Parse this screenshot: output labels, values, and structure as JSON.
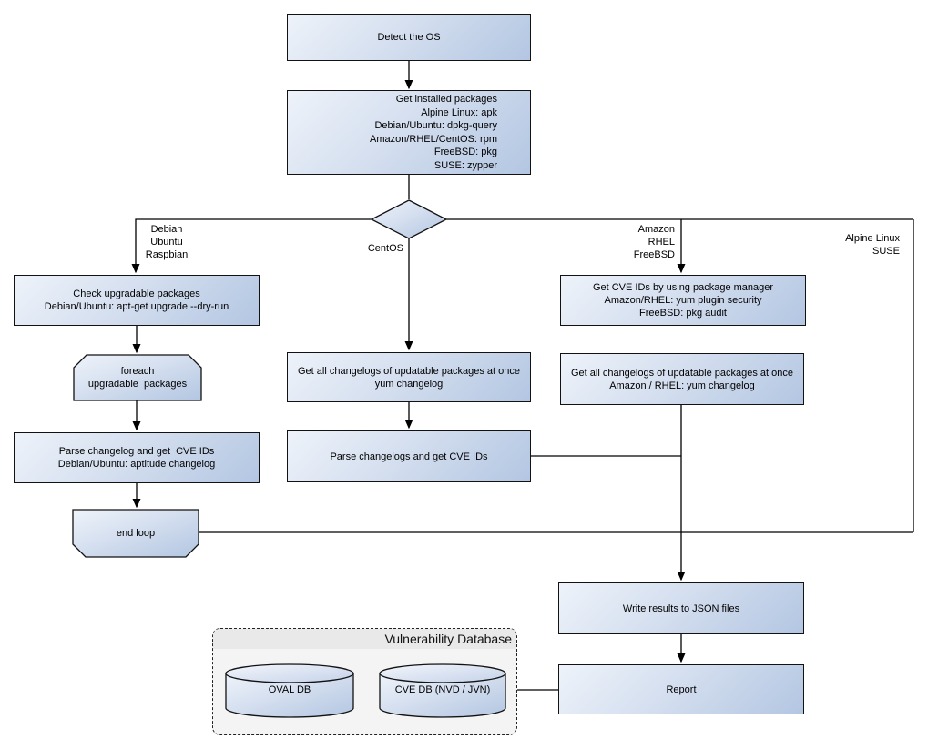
{
  "diagram": {
    "nodes": {
      "detect_os": {
        "lines": [
          "Detect the OS"
        ]
      },
      "get_installed_packages": {
        "lines": [
          "Get installed packages",
          "Alpine Linux: apk",
          "Debian/Ubuntu: dpkg-query",
          "Amazon/RHEL/CentOS: rpm",
          "FreeBSD: pkg",
          "SUSE: zypper"
        ]
      },
      "check_upgradable": {
        "lines": [
          "Check upgradable packages",
          "Debian/Ubuntu: apt-get upgrade --dry-run"
        ]
      },
      "foreach_loop": {
        "lines": [
          "foreach",
          "upgradable  packages"
        ]
      },
      "parse_changelog_deb": {
        "lines": [
          "Parse changelog and get  CVE IDs",
          "Debian/Ubuntu: aptitude changelog"
        ]
      },
      "end_loop": {
        "lines": [
          "end loop"
        ]
      },
      "get_changelogs_centos": {
        "lines": [
          "Get all changelogs of updatable packages at once",
          "yum changelog"
        ]
      },
      "parse_changelogs_centos": {
        "lines": [
          "Parse changelogs and get CVE IDs"
        ]
      },
      "get_cve_ids_pkg_mgr": {
        "lines": [
          "Get CVE IDs by using package manager",
          "Amazon/RHEL: yum plugin security",
          "FreeBSD: pkg audit"
        ]
      },
      "get_changelogs_amazon": {
        "lines": [
          "Get all changelogs of updatable packages at once",
          "Amazon / RHEL: yum changelog"
        ]
      },
      "write_results": {
        "lines": [
          "Write results to JSON files"
        ]
      },
      "report": {
        "lines": [
          "Report"
        ]
      }
    },
    "branch_labels": {
      "debian": {
        "lines": [
          "Debian",
          "Ubuntu",
          "Raspbian"
        ]
      },
      "centos": {
        "lines": [
          "CentOS"
        ]
      },
      "amazon": {
        "lines": [
          "Amazon",
          "RHEL",
          "FreeBSD"
        ]
      },
      "alpine": {
        "lines": [
          "Alpine Linux",
          "SUSE"
        ]
      }
    },
    "database": {
      "title": "Vulnerability Database",
      "cylinders": [
        {
          "label": "OVAL DB"
        },
        {
          "label": "CVE DB (NVD / JVN)"
        }
      ]
    },
    "colors": {
      "node_fill_light": "#eef3fa",
      "node_fill_dark": "#b3c6e2",
      "node_border": "#121212",
      "connector": "#000000",
      "db_container_fill": "#f4f4f4",
      "db_header_fill": "#e9e9e9"
    }
  }
}
